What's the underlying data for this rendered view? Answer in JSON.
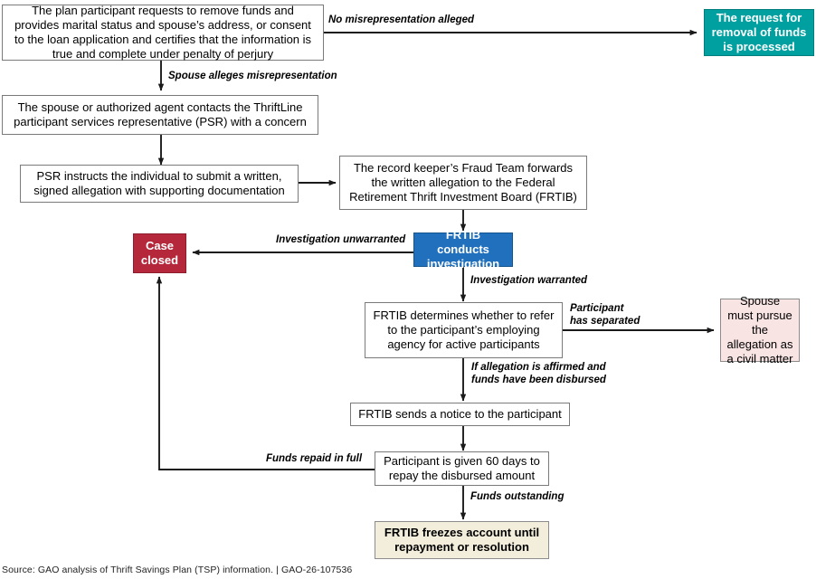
{
  "diagram": {
    "type": "flowchart",
    "nodes": [
      {
        "id": "n1",
        "text": "The plan participant requests to remove funds and provides marital status and spouse’s address, or consent to the loan application and certifies that the information is true and complete under penalty of perjury",
        "style": "plain"
      },
      {
        "id": "n2",
        "text": "The request for removal of funds is processed",
        "style": "teal"
      },
      {
        "id": "n3",
        "text": "The spouse or authorized agent contacts the ThriftLine participant services representative (PSR) with a concern",
        "style": "plain"
      },
      {
        "id": "n4",
        "text": "PSR instructs the individual to submit a written, signed allegation with supporting documentation",
        "style": "plain"
      },
      {
        "id": "n5",
        "text": "The record keeper’s Fraud Team forwards the written allegation to the Federal Retirement Thrift Investment Board (FRTIB)",
        "style": "plain"
      },
      {
        "id": "n6",
        "text": "FRTIB conducts investigation",
        "style": "blue"
      },
      {
        "id": "n7",
        "text": "Case closed",
        "style": "red"
      },
      {
        "id": "n8",
        "text": "FRTIB determines whether to refer to the participant’s employing agency for active participants",
        "style": "plain"
      },
      {
        "id": "n9",
        "text": "Spouse must pursue the allegation as a civil matter",
        "style": "pink"
      },
      {
        "id": "n10",
        "text": "FRTIB sends a notice to the participant",
        "style": "plain"
      },
      {
        "id": "n11",
        "text": "Participant is given 60 days to repay the disbursed amount",
        "style": "plain"
      },
      {
        "id": "n12",
        "text": "FRTIB freezes account until repayment or resolution",
        "style": "cream"
      }
    ],
    "edge_labels": [
      {
        "id": "e1",
        "text": "No misrepresentation alleged"
      },
      {
        "id": "e2",
        "text": "Spouse alleges misrepresentation"
      },
      {
        "id": "e3",
        "text": "Investigation unwarranted"
      },
      {
        "id": "e4",
        "text": "Investigation warranted"
      },
      {
        "id": "e5",
        "text": "Participant\nhas separated"
      },
      {
        "id": "e6",
        "text": "If allegation is affirmed and\nfunds have been disbursed"
      },
      {
        "id": "e7",
        "text": "Funds repaid in full"
      },
      {
        "id": "e8",
        "text": "Funds outstanding"
      }
    ],
    "colors": {
      "teal": "#00a0a0",
      "blue": "#2070be",
      "red": "#b5283c",
      "pink": "#f9e4e4",
      "cream": "#f3eedb",
      "border": "#808080",
      "arrow": "#1a1a1a"
    }
  },
  "footer": {
    "source": "Source: GAO analysis of Thrift Savings Plan (TSP) information.  |  GAO-26-107536"
  }
}
